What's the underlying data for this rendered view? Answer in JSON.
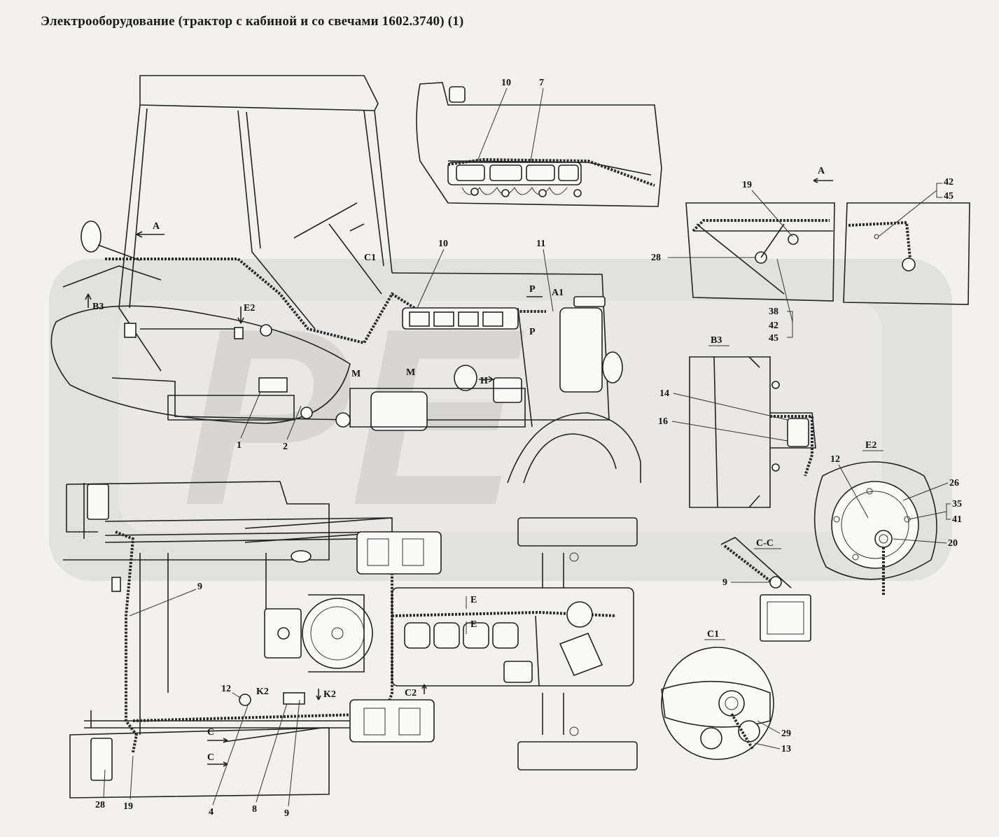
{
  "title": "Электрооборудование  (трактор с кабиной и со свечами 1602.3740) (1)",
  "watermark_letters": "PE",
  "views": {
    "a": "A",
    "b3": "B3",
    "e2": "E2",
    "c1": "C1",
    "cc": "C-C"
  },
  "side_view": {
    "arrow_a": "A",
    "arrow_b3": "B3",
    "arrow_e2": "E2",
    "arrow_c1": "C1",
    "arrow_p_top": "P",
    "arrow_p_bottom": "P",
    "arrow_a1": "A1",
    "arrow_m_left": "M",
    "arrow_m_right": "M",
    "arrow_h": "H",
    "callouts": [
      "1",
      "2",
      "10",
      "11"
    ]
  },
  "top_inset_callouts": [
    "10",
    "7"
  ],
  "view_a_callouts": [
    "19",
    "28",
    "42",
    "45",
    "38",
    "42",
    "45"
  ],
  "view_b3_callouts": [
    "14",
    "16"
  ],
  "view_e2_callouts": [
    "12",
    "26",
    "35",
    "41",
    "20"
  ],
  "view_cc_callouts": [
    "9"
  ],
  "view_c1_callouts": [
    "29",
    "13"
  ],
  "plan_view": {
    "arrow_e_top": "E",
    "arrow_e_bottom": "E",
    "arrow_k2_left": "K2",
    "arrow_k2_right": "K2",
    "arrow_c2": "C2",
    "arrow_c_top": "C",
    "arrow_c_bottom": "C",
    "callouts": [
      "9",
      "12",
      "28",
      "19",
      "4",
      "8",
      "9"
    ]
  }
}
